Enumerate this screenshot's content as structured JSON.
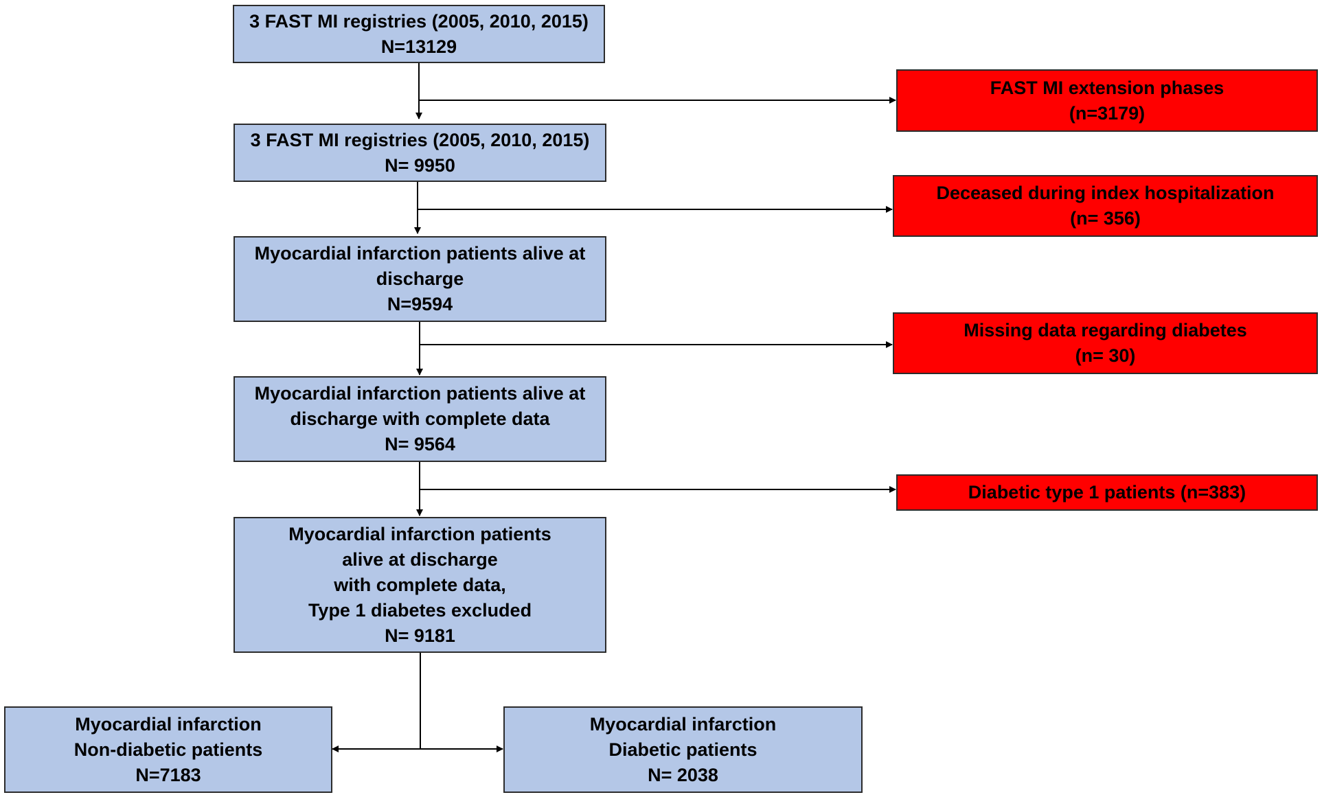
{
  "main_flow": [
    {
      "lines": [
        "3 FAST MI registries (2005, 2010, 2015)",
        "N=13129"
      ]
    },
    {
      "lines": [
        "3 FAST MI registries (2005, 2010, 2015)",
        "N= 9950"
      ]
    },
    {
      "lines": [
        "Myocardial infarction patients alive at",
        "discharge",
        "N=9594"
      ]
    },
    {
      "lines": [
        "Myocardial infarction patients alive at",
        "discharge with complete data",
        "N= 9564"
      ]
    },
    {
      "lines": [
        "Myocardial infarction patients",
        "alive at discharge",
        "with complete data,",
        "Type 1 diabetes excluded",
        "N= 9181"
      ]
    }
  ],
  "exclusions": [
    {
      "lines": [
        "FAST MI extension phases",
        "(n=3179)"
      ]
    },
    {
      "lines": [
        "Deceased during index hospitalization",
        "(n= 356)"
      ]
    },
    {
      "lines": [
        "Missing data regarding diabetes",
        "(n= 30)"
      ]
    },
    {
      "lines": [
        "Diabetic type 1 patients (n=383)"
      ]
    }
  ],
  "outcomes": [
    {
      "lines": [
        "Myocardial infarction",
        "Non-diabetic patients",
        "N=7183"
      ]
    },
    {
      "lines": [
        "Myocardial infarction",
        "Diabetic patients",
        "N= 2038"
      ]
    }
  ],
  "colors": {
    "main_box": "#b4c7e7",
    "exclusion_box": "#ff0000",
    "border": "#2b2b2b",
    "arrow": "#000000"
  }
}
